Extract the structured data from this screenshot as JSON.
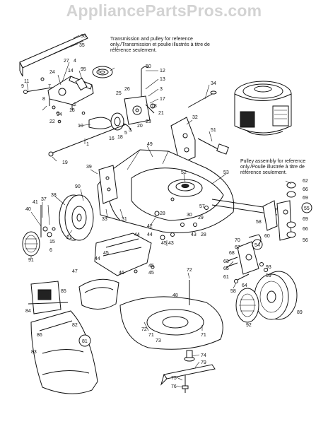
{
  "watermark": "AppliancePartsPros.com",
  "notes": {
    "transmission": "Transmission and pulley for reference only./Transmission et poulie illustrés à titre de référence seulement.",
    "pulley": "Pulley assembly for reference only./Poulie illustrée à titre de référence seulement."
  },
  "callouts": {
    "p36": "36",
    "p35": "35",
    "p9": "9",
    "p11": "11",
    "p27": "27",
    "p24": "24",
    "p4": "4",
    "p14": "14",
    "p95": "95",
    "p50": "50",
    "p12": "12",
    "p13": "13",
    "p3": "3",
    "p7": "7",
    "p8": "8",
    "p94": "94",
    "p22": "22",
    "p2": "2",
    "p18a": "18",
    "p18b": "18",
    "p18c": "18",
    "p18d": "18",
    "p18e": "18",
    "p26": "26",
    "p25": "25",
    "p17": "17",
    "p21": "21",
    "p23": "23",
    "p20": "20",
    "p10": "10",
    "p16": "16",
    "p5": "5",
    "p1": "1",
    "p19": "19",
    "p34": "34",
    "p32": "32",
    "p51": "51",
    "p49": "49",
    "p39": "39",
    "p90": "90",
    "p38": "38",
    "p41": "41",
    "p37": "37",
    "p40": "40",
    "p6": "6",
    "p15": "15",
    "p91": "91",
    "p21b": "21",
    "p33": "33",
    "p31": "31",
    "p42": "42",
    "p44a": "44",
    "p44b": "44",
    "p45a": "45",
    "p45b": "45",
    "p45c": "45",
    "p46": "46",
    "p47": "47",
    "p43a": "43",
    "p43b": "43",
    "p28a": "28",
    "p28b": "28",
    "p30": "30",
    "p29": "29",
    "p52": "52",
    "p53": "53",
    "p57": "57",
    "p62": "62",
    "p66a": "66",
    "p66b": "66",
    "p69a": "69",
    "p69b": "69",
    "p55": "55",
    "p58a": "58",
    "p58b": "58",
    "p60": "60",
    "p56": "56",
    "p70": "70",
    "p67": "67",
    "p54": "54",
    "p68": "68",
    "p63": "63",
    "p65": "65",
    "p61": "61",
    "p93": "93",
    "p59": "59",
    "p64": "64",
    "p89": "89",
    "p92": "92",
    "p72a": "72",
    "p72b": "72",
    "p71a": "71",
    "p71b": "71",
    "p73": "73",
    "p85": "85",
    "p84": "84",
    "p82": "82",
    "p86": "86",
    "p81": "81",
    "p83": "83",
    "p74": "74",
    "p79": "79",
    "p75": "75",
    "p76": "76",
    "p48": "48"
  }
}
